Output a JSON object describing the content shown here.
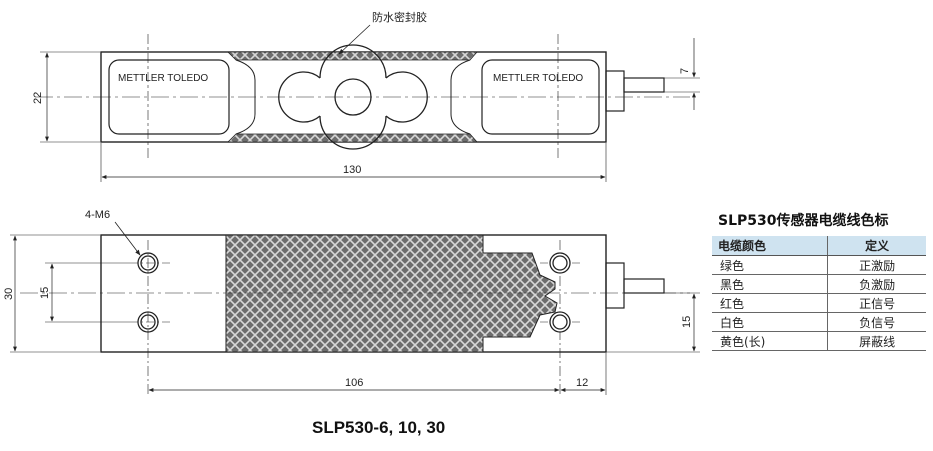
{
  "top_view": {
    "seal_label": "防水密封胶",
    "brand_left": "METTLER TOLEDO",
    "brand_right": "METTLER TOLEDO",
    "dim_height": "22",
    "dim_length": "130",
    "dim_cable": "7"
  },
  "bottom_view": {
    "thread_label": "4-M6",
    "dim_height": "30",
    "dim_hole_spacing": "15",
    "dim_hole_pitch": "106",
    "dim_end": "12",
    "dim_right": "15"
  },
  "model_caption": "SLP530-6, 10, 30",
  "legend": {
    "title": "SLP530传感器电缆线色标",
    "headers": [
      "电缆颜色",
      "定义"
    ],
    "rows": [
      [
        "绿色",
        "正激励"
      ],
      [
        "黑色",
        "负激励"
      ],
      [
        "红色",
        "正信号"
      ],
      [
        "白色",
        "负信号"
      ],
      [
        "黄色(长)",
        "屏蔽线"
      ]
    ]
  },
  "colors": {
    "header_bg": "#cfe3f0",
    "line": "#222222"
  }
}
